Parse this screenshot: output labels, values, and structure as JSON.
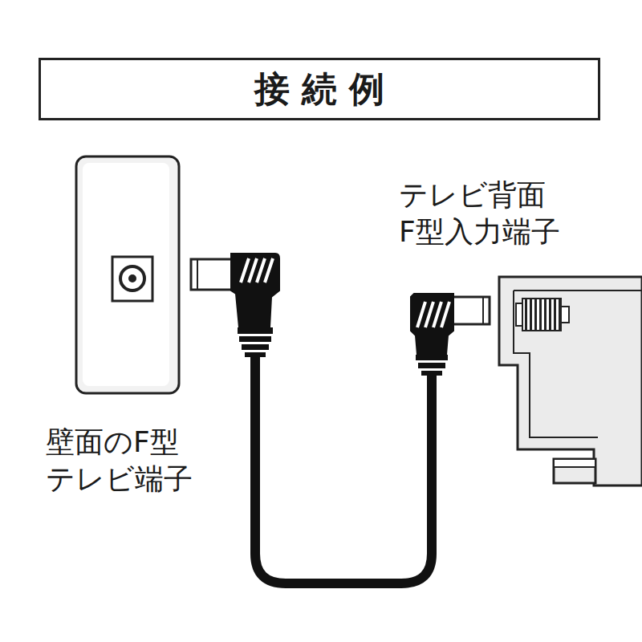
{
  "diagram": {
    "title": "接続例",
    "labels": [
      "テレビ背面 F型入力端子",
      "壁面のF型 テレビ端子"
    ]
  }
}
